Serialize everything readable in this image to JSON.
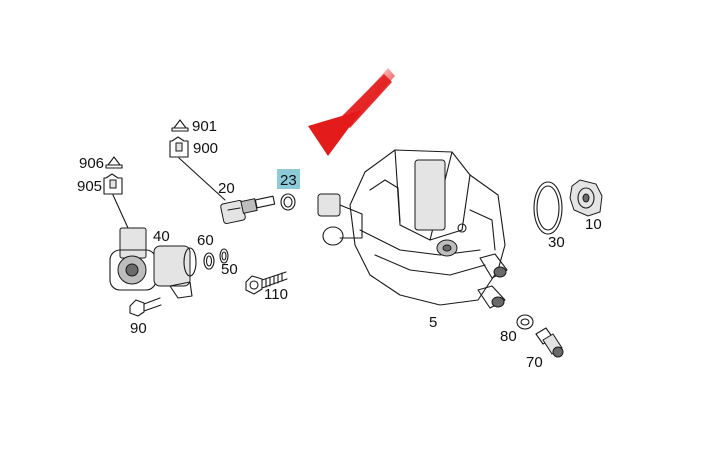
{
  "labels": {
    "p901": "901",
    "p900": "900",
    "p906": "906",
    "p905": "905",
    "p20": "20",
    "p23": "23",
    "p40": "40",
    "p60": "60",
    "p50": "50",
    "p110": "110",
    "p90": "90",
    "p5": "5",
    "p30": "30",
    "p10": "10",
    "p80": "80",
    "p70": "70"
  },
  "colors": {
    "highlight_box": "#8ecbd9",
    "arrow": "#e31b1b",
    "line": "#1a1a1a"
  },
  "icons": {
    "connector_a": "plug-icon",
    "connector_b": "socket-icon",
    "pointer": "red-arrow-icon"
  }
}
